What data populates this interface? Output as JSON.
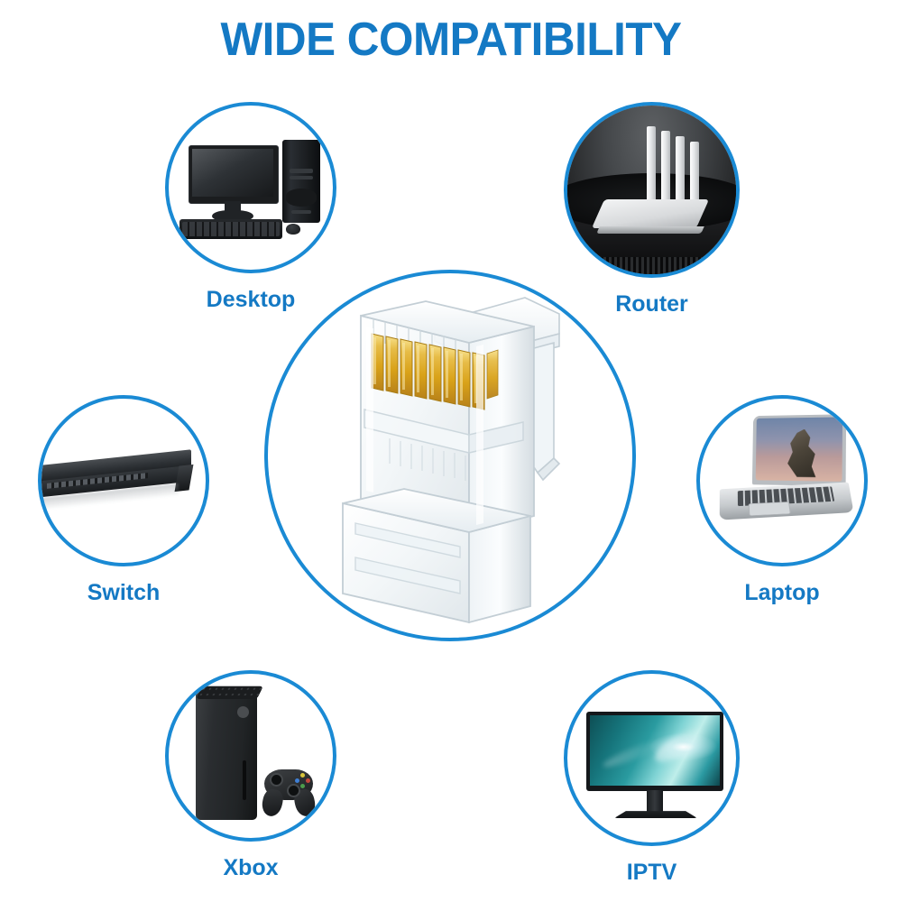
{
  "title": "WIDE COMPATIBILITY",
  "colors": {
    "title_blue": "#1479c4",
    "circle_stroke": "#1a8ad4",
    "label_blue": "#1479c4",
    "background": "#ffffff",
    "connector_gold": "#d9a219"
  },
  "center": {
    "name": "RJ45 Modular Connector",
    "icon": "rj45-connector",
    "contact_count": 8
  },
  "nodes": [
    {
      "id": "desktop",
      "label": "Desktop",
      "icon": "desktop-computer-icon"
    },
    {
      "id": "router",
      "label": "Router",
      "icon": "wifi-router-icon"
    },
    {
      "id": "switch",
      "label": "Switch",
      "icon": "network-switch-icon"
    },
    {
      "id": "laptop",
      "label": "Laptop",
      "icon": "laptop-icon"
    },
    {
      "id": "xbox",
      "label": "Xbox",
      "icon": "game-console-icon"
    },
    {
      "id": "iptv",
      "label": "IPTV",
      "icon": "tv-monitor-icon"
    }
  ]
}
